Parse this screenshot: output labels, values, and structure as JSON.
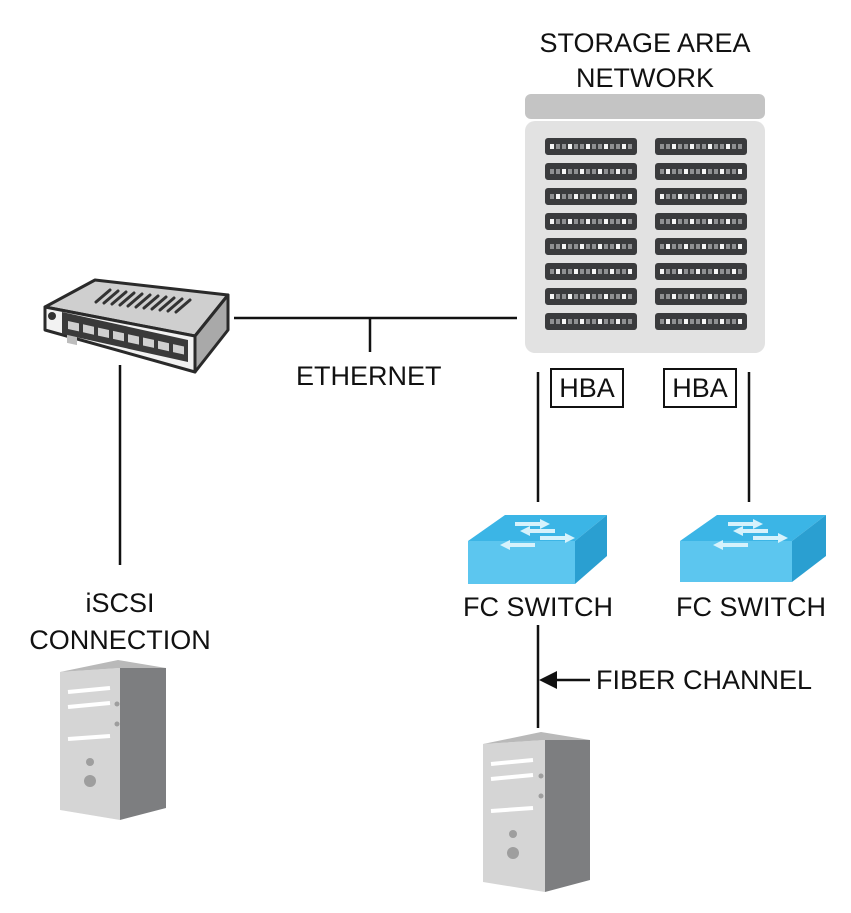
{
  "labels": {
    "san": "STORAGE AREA NETWORK",
    "ethernet": "ETHERNET",
    "hba_left": "HBA",
    "hba_right": "HBA",
    "fc_switch_left": "FC SWITCH",
    "fc_switch_right": "FC SWITCH",
    "fiber_channel": "FIBER CHANNEL",
    "iscsi": "iSCSI CONNECTION"
  },
  "colors": {
    "line": "#111111",
    "switch_top": "#3bb5e6",
    "switch_front": "#5cc6ef",
    "switch_side": "#2a9fd1",
    "rack": "#e2e2e2",
    "rack_top": "#c4c4c4",
    "server_front": "#d5d5d5",
    "server_side": "#7d7e80"
  },
  "icons": {
    "storage": "storage-rack-icon",
    "hub": "ethernet-hub-icon",
    "fc_switch": "fc-switch-icon",
    "server": "server-tower-icon"
  }
}
